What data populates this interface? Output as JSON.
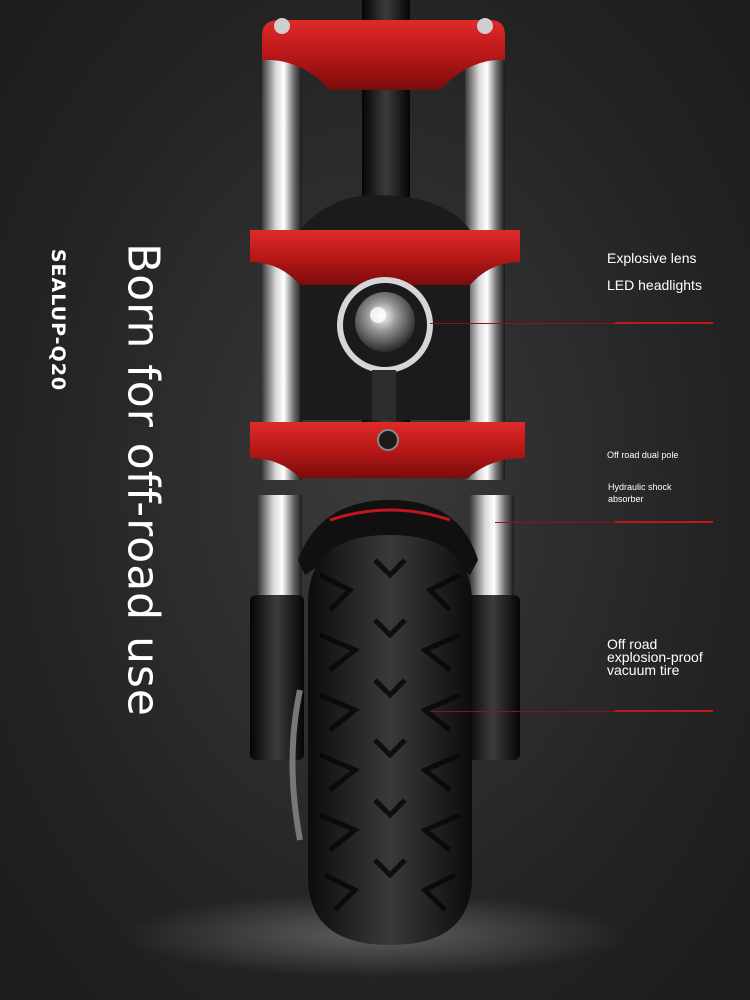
{
  "brand": "SEALUP-Q20",
  "slogan": "Born for off-road use",
  "callouts": {
    "headlight_line1": "Explosive lens",
    "headlight_line2": "LED headlights",
    "fork_line1": "Off road dual pole",
    "fork_line2": "Hydraulic shock absorber",
    "tire": "Off road explosion-proof vacuum tire"
  },
  "colors": {
    "background": "#262626",
    "accent_red": "#c0161c",
    "text": "#ffffff"
  }
}
